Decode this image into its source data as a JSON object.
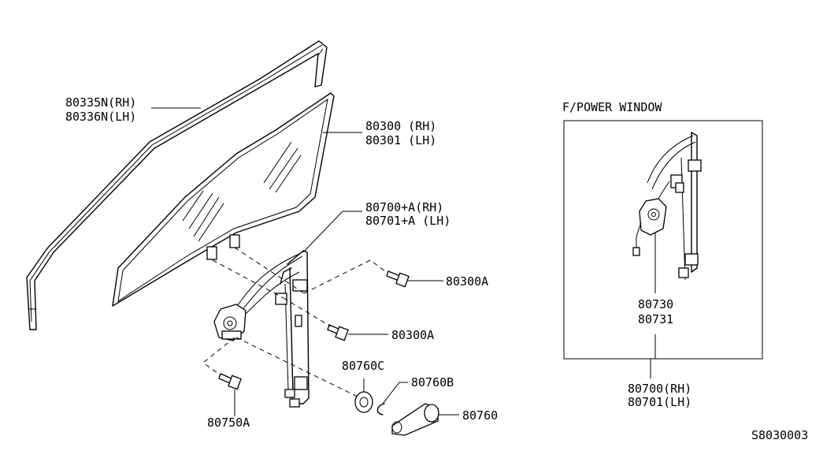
{
  "diagram_code": "S8030003",
  "inset": {
    "title": "F/POWER WINDOW",
    "regulator_motor_labels": [
      "80730",
      "80731"
    ],
    "regulator_assembly_labels": [
      "80700(RH)",
      "80701(LH)"
    ]
  },
  "callouts": {
    "run_channel": [
      "80335N(RH)",
      "80336N(LH)"
    ],
    "door_glass": [
      "80300 (RH)",
      "80301 (LH)"
    ],
    "regulator": [
      "80700+A(RH)",
      "80701+A (LH)"
    ],
    "bolt_upper": "80300A",
    "bolt_middle": "80300A",
    "bolt_lower": "80750A",
    "escutcheon": "80760C",
    "clip": "80760B",
    "handle": "80760"
  }
}
